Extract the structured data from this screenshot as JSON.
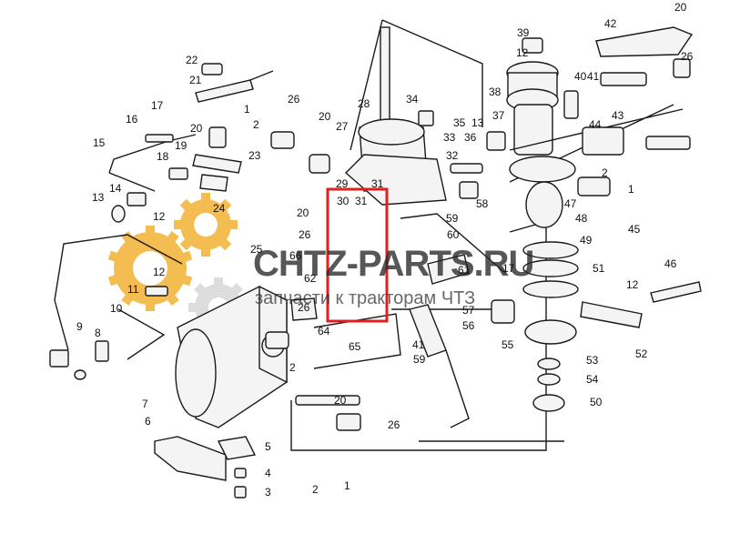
{
  "watermark": {
    "title": "CHTZ-PARTS.RU",
    "subtitle": "запчасти к тракторам ЧТЗ",
    "gear_color": "#f2b233",
    "gear_color_2": "#d8d8d8"
  },
  "highlight": {
    "color": "#e02020"
  },
  "callouts": [
    {
      "id": "c20a",
      "label": "20"
    },
    {
      "id": "c39",
      "label": "39"
    },
    {
      "id": "c42",
      "label": "42"
    },
    {
      "id": "c12a",
      "label": "12"
    },
    {
      "id": "c22",
      "label": "22"
    },
    {
      "id": "c41a",
      "label": "41"
    },
    {
      "id": "c26a",
      "label": "26"
    },
    {
      "id": "c40",
      "label": "40"
    },
    {
      "id": "c38",
      "label": "38"
    },
    {
      "id": "c21",
      "label": "21"
    },
    {
      "id": "c1a",
      "label": "1"
    },
    {
      "id": "c28",
      "label": "28"
    },
    {
      "id": "c34",
      "label": "34"
    },
    {
      "id": "c26b",
      "label": "26"
    },
    {
      "id": "c17",
      "label": "17"
    },
    {
      "id": "c20b",
      "label": "20"
    },
    {
      "id": "c13",
      "label": "13"
    },
    {
      "id": "c35",
      "label": "35"
    },
    {
      "id": "c37",
      "label": "37"
    },
    {
      "id": "c43",
      "label": "43"
    },
    {
      "id": "c16",
      "label": "16"
    },
    {
      "id": "c2a",
      "label": "2"
    },
    {
      "id": "c20c",
      "label": "20"
    },
    {
      "id": "c27",
      "label": "27"
    },
    {
      "id": "c33",
      "label": "33"
    },
    {
      "id": "c36",
      "label": "36"
    },
    {
      "id": "c44",
      "label": "44"
    },
    {
      "id": "c15",
      "label": "15"
    },
    {
      "id": "c19",
      "label": "19"
    },
    {
      "id": "c18",
      "label": "18"
    },
    {
      "id": "c23",
      "label": "23"
    },
    {
      "id": "c32",
      "label": "32"
    },
    {
      "id": "c2b",
      "label": "2"
    },
    {
      "id": "c29",
      "label": "29"
    },
    {
      "id": "c31a",
      "label": "31"
    },
    {
      "id": "c14",
      "label": "14"
    },
    {
      "id": "c13b",
      "label": "13"
    },
    {
      "id": "c24",
      "label": "24"
    },
    {
      "id": "c30",
      "label": "30"
    },
    {
      "id": "c31b",
      "label": "31"
    },
    {
      "id": "c1b",
      "label": "1"
    },
    {
      "id": "c47",
      "label": "47"
    },
    {
      "id": "c12b",
      "label": "12"
    },
    {
      "id": "c20d",
      "label": "20"
    },
    {
      "id": "c59a",
      "label": "59"
    },
    {
      "id": "c58",
      "label": "58"
    },
    {
      "id": "c48",
      "label": "48"
    },
    {
      "id": "c45",
      "label": "45"
    },
    {
      "id": "c26c",
      "label": "26"
    },
    {
      "id": "c60",
      "label": "60"
    },
    {
      "id": "c49",
      "label": "49"
    },
    {
      "id": "c25",
      "label": "25"
    },
    {
      "id": "c66",
      "label": "66"
    },
    {
      "id": "c62",
      "label": "62"
    },
    {
      "id": "c12c",
      "label": "12"
    },
    {
      "id": "c17b",
      "label": "17"
    },
    {
      "id": "c46",
      "label": "46"
    },
    {
      "id": "c61",
      "label": "61"
    },
    {
      "id": "c51",
      "label": "51"
    },
    {
      "id": "c11",
      "label": "11"
    },
    {
      "id": "c12d",
      "label": "12"
    },
    {
      "id": "c57",
      "label": "57"
    },
    {
      "id": "c10",
      "label": "10"
    },
    {
      "id": "c56",
      "label": "56"
    },
    {
      "id": "c26d",
      "label": "26"
    },
    {
      "id": "c64",
      "label": "64"
    },
    {
      "id": "c9",
      "label": "9"
    },
    {
      "id": "c8",
      "label": "8"
    },
    {
      "id": "c41b",
      "label": "41"
    },
    {
      "id": "c65",
      "label": "65"
    },
    {
      "id": "c55",
      "label": "55"
    },
    {
      "id": "c52",
      "label": "52"
    },
    {
      "id": "c2c",
      "label": "2"
    },
    {
      "id": "c59b",
      "label": "59"
    },
    {
      "id": "c53",
      "label": "53"
    },
    {
      "id": "c54",
      "label": "54"
    },
    {
      "id": "c7",
      "label": "7"
    },
    {
      "id": "c20e",
      "label": "20"
    },
    {
      "id": "c50",
      "label": "50"
    },
    {
      "id": "c6",
      "label": "6"
    },
    {
      "id": "c26e",
      "label": "26"
    },
    {
      "id": "c5",
      "label": "5"
    },
    {
      "id": "c4",
      "label": "4"
    },
    {
      "id": "c2d",
      "label": "2"
    },
    {
      "id": "c1c",
      "label": "1"
    },
    {
      "id": "c3",
      "label": "3"
    }
  ]
}
